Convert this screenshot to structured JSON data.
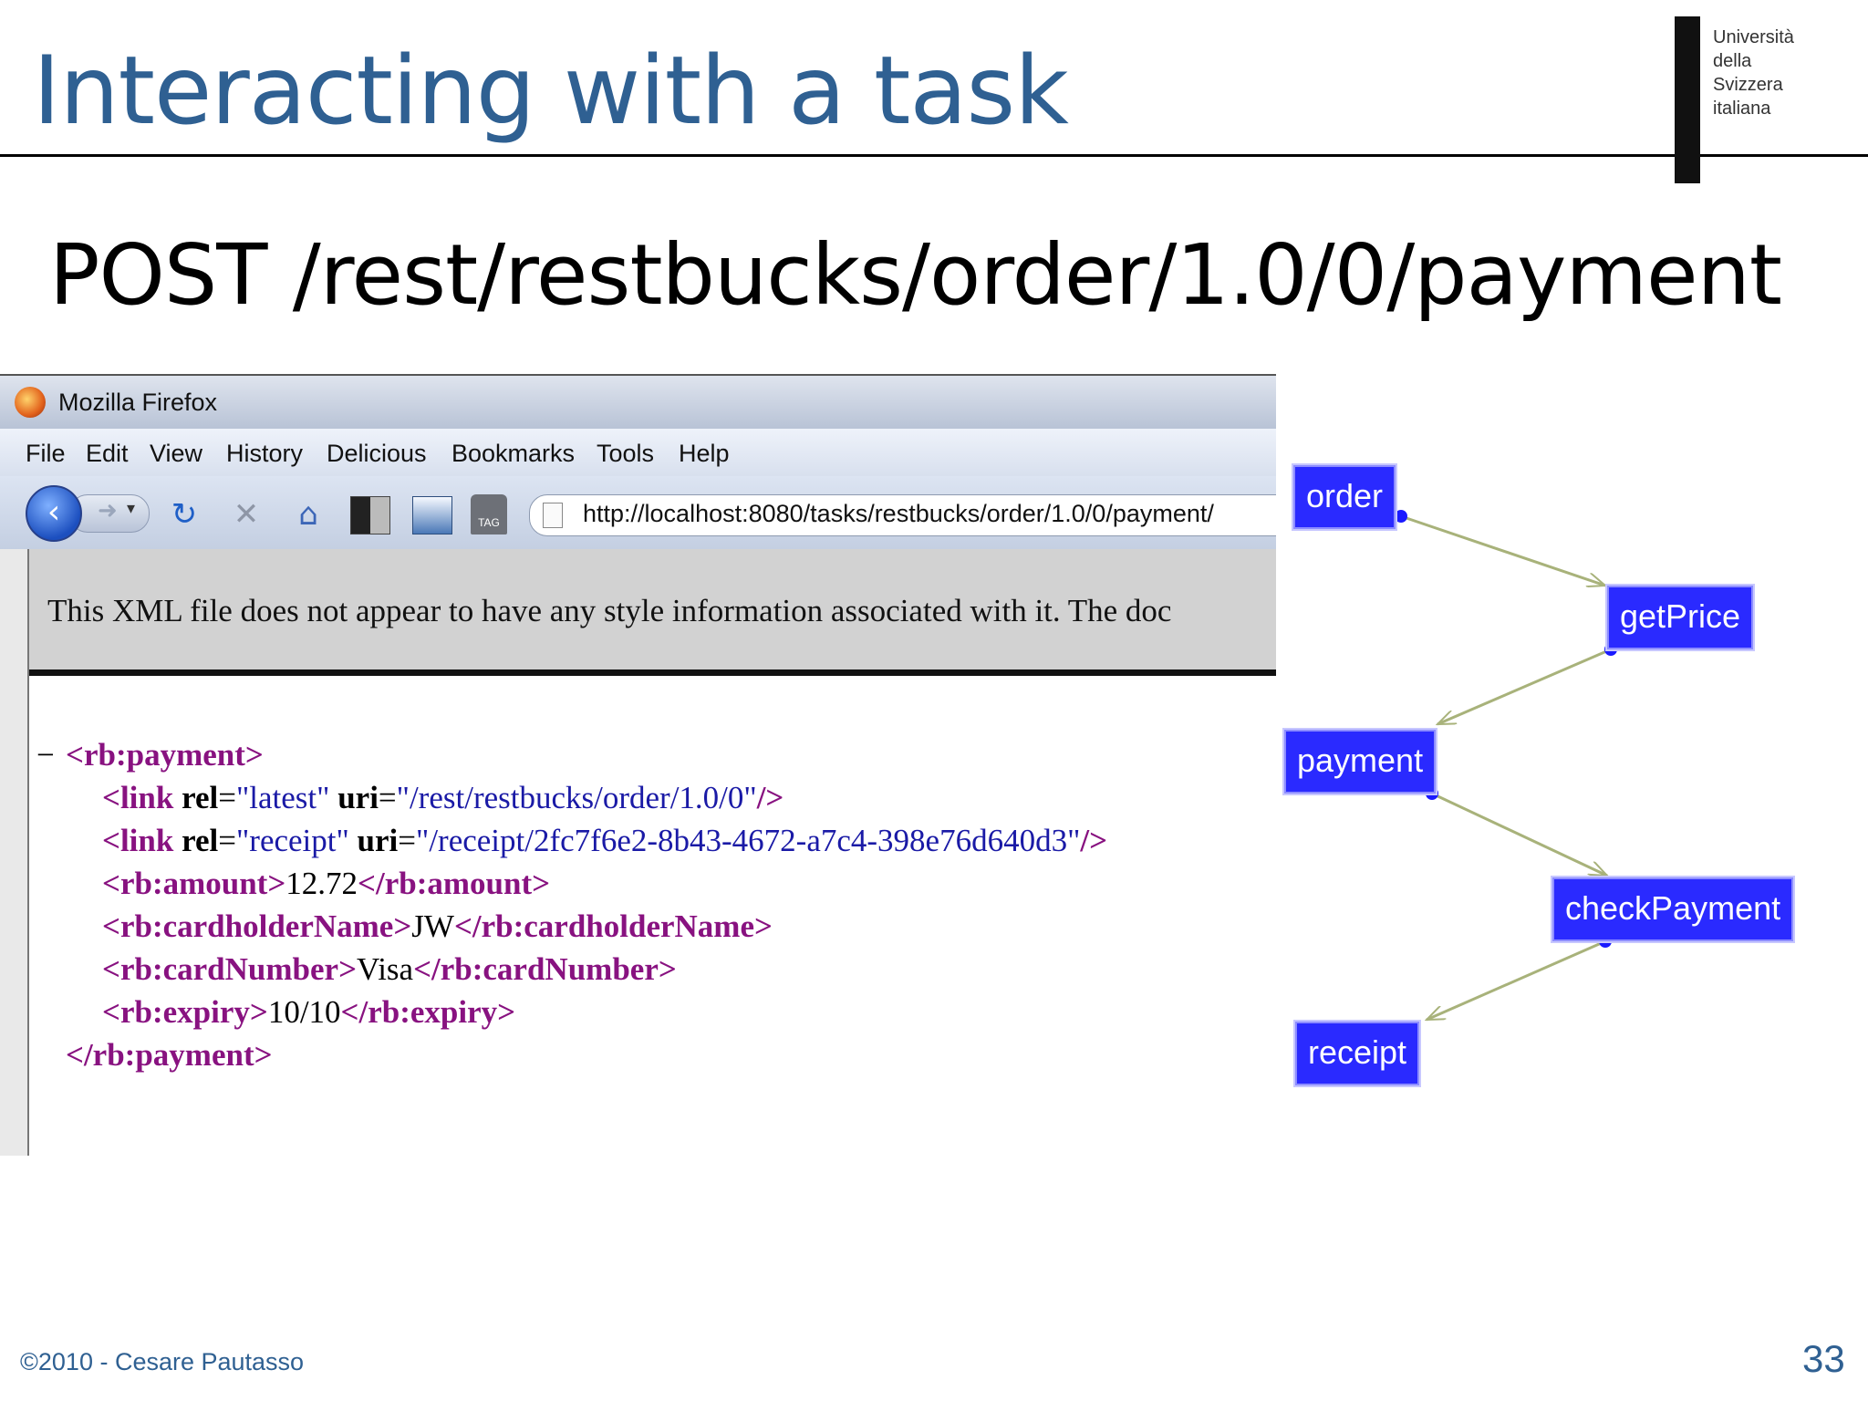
{
  "slide": {
    "title": "Interacting with a task",
    "subtitle": "POST /rest/restbucks/order/1.0/0/payment",
    "logo_lines": [
      "Università",
      "della",
      "Svizzera",
      "italiana"
    ],
    "footer": "©2010 - Cesare Pautasso",
    "page_number": "33",
    "title_color": "#2f6092"
  },
  "browser": {
    "window_title": "Mozilla Firefox",
    "menu": [
      "File",
      "Edit",
      "View",
      "History",
      "Delicious",
      "Bookmarks",
      "Tools",
      "Help"
    ],
    "url": "http://localhost:8080/tasks/restbucks/order/1.0/0/payment/",
    "tag_label": "TAG",
    "icons": {
      "back": "back-arrow-icon",
      "forward": "forward-arrow-icon",
      "reload": "reload-icon",
      "stop": "stop-icon",
      "home": "home-icon"
    },
    "notice": "This XML file does not appear to have any style information associated with it. The doc",
    "xml": {
      "collapse": "−",
      "root_open": "<rb:payment>",
      "root_close": "</rb:payment>",
      "link1": {
        "open": "<link",
        "rel_attr": "rel",
        "rel_val": "\"latest\"",
        "uri_attr": "uri",
        "uri_val": "\"/rest/restbucks/order/1.0/0\"",
        "close": "/>"
      },
      "link2": {
        "open": "<link",
        "rel_attr": "rel",
        "rel_val": "\"receipt\"",
        "uri_attr": "uri",
        "uri_val": "\"/receipt/2fc7f6e2-8b43-4672-a7c4-398e76d640d3\"",
        "close": "/>"
      },
      "amount": {
        "open": "<rb:amount>",
        "value": "12.72",
        "close": "</rb:amount>"
      },
      "cardholder": {
        "open": "<rb:cardholderName>",
        "value": "JW",
        "close": "</rb:cardholderName>"
      },
      "cardnumber": {
        "open": "<rb:cardNumber>",
        "value": "Visa",
        "close": "</rb:cardNumber>"
      },
      "expiry": {
        "open": "<rb:expiry>",
        "value": "10/10",
        "close": "</rb:expiry>"
      }
    }
  },
  "diagram": {
    "nodes": [
      "order",
      "getPrice",
      "payment",
      "checkPayment",
      "receipt"
    ],
    "node_color": "#2a2aff",
    "edge_color": "#a8b27a"
  }
}
